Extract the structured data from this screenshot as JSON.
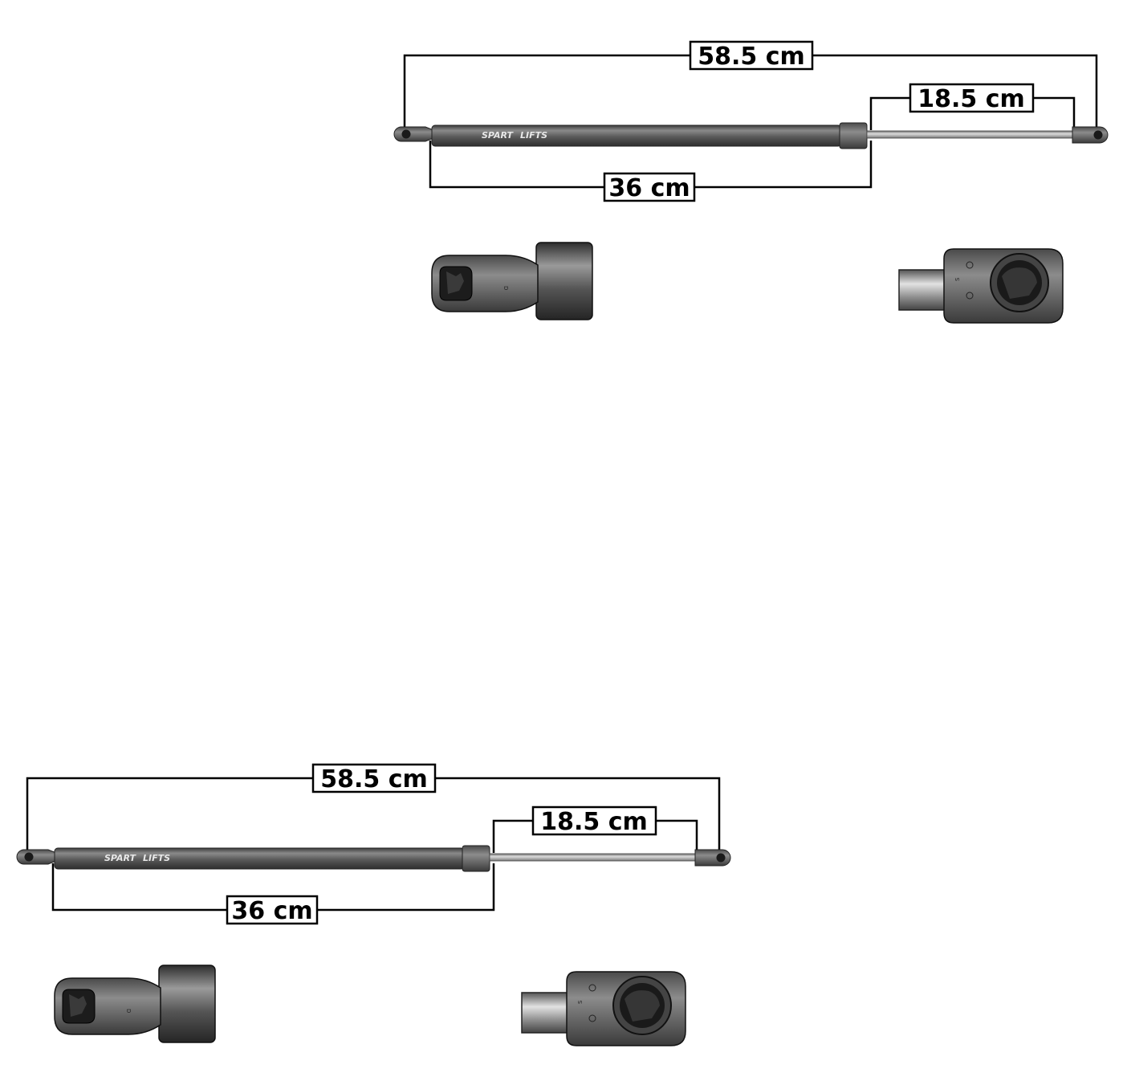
{
  "dimensions": {
    "total_length": "58.5 cm",
    "rod_length": "18.5 cm",
    "body_length": "36 cm"
  },
  "strut": {
    "brand_text": "SPART",
    "brand_text_2": "LIFTS"
  },
  "colors": {
    "cylinder": "#5e5e5e",
    "rod": "#a8a8a8",
    "end_fitting": "#6a6a6a",
    "dimension_line": "#000000"
  },
  "icons": {
    "cylinder_end": "socket-end-fitting-icon",
    "rod_end": "eyelet-end-fitting-icon"
  }
}
